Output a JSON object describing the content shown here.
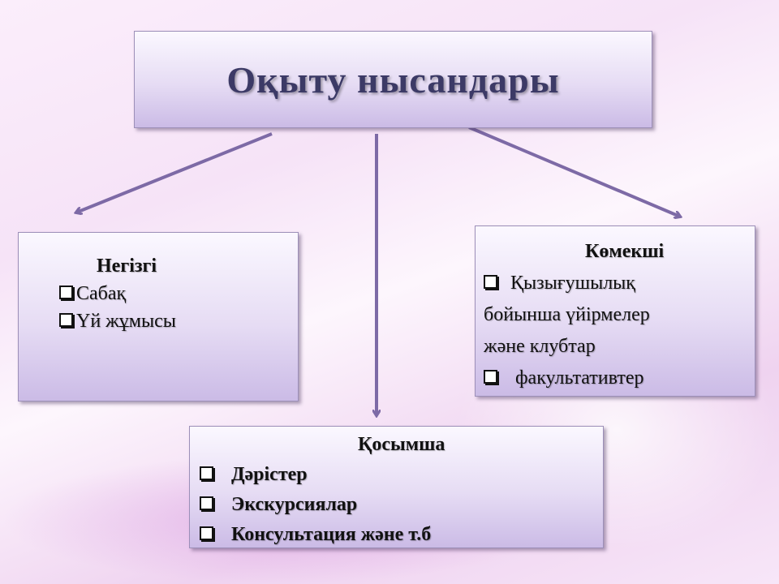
{
  "title": "Оқыту нысандары",
  "left": {
    "heading": "Негізгі",
    "items": [
      "Сабақ",
      "Үй жұмысы"
    ]
  },
  "right": {
    "heading": "Көмекші",
    "items": [
      "Қызығушылық бойынша үйірмелер және клубтар",
      "факультативтер"
    ],
    "lines": [
      "Қызығушылық",
      "бойынша үйірмелер",
      "және клубтар"
    ]
  },
  "bottom": {
    "heading": "Қосымша",
    "items": [
      "Дәрістер",
      "Экскурсиялар",
      "Консультация және т.б"
    ]
  },
  "colors": {
    "arrow": "#7d6aa6",
    "title_text": "#3c3a66"
  }
}
